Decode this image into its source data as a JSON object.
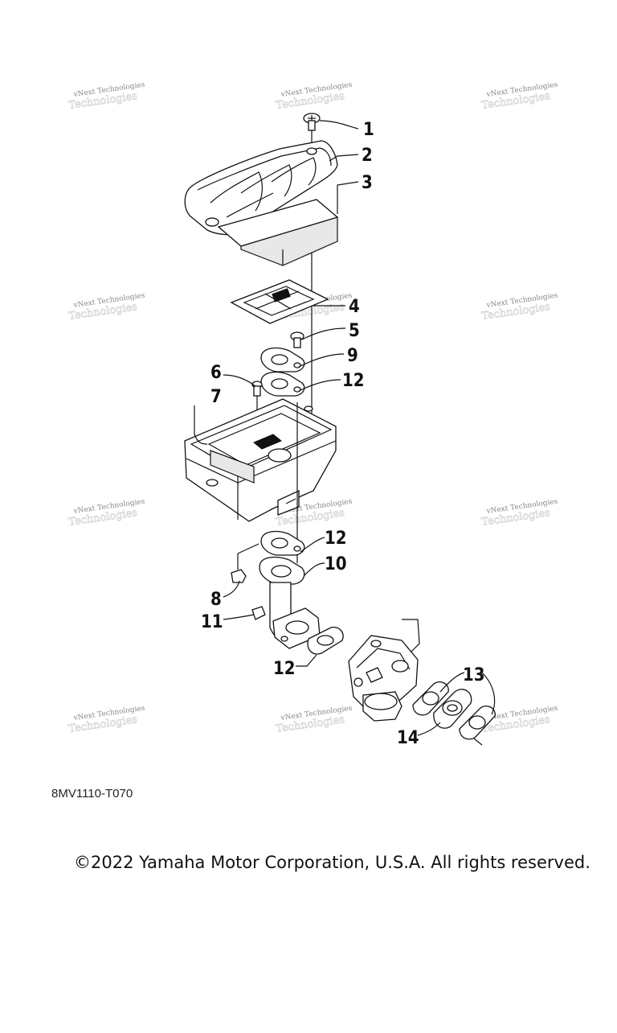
{
  "diagram": {
    "callouts": [
      {
        "id": "c1",
        "label": "1"
      },
      {
        "id": "c2",
        "label": "2"
      },
      {
        "id": "c3",
        "label": "3"
      },
      {
        "id": "c4",
        "label": "4"
      },
      {
        "id": "c5",
        "label": "5"
      },
      {
        "id": "c9",
        "label": "9"
      },
      {
        "id": "c12a",
        "label": "12"
      },
      {
        "id": "c6",
        "label": "6"
      },
      {
        "id": "c7",
        "label": "7"
      },
      {
        "id": "c12b",
        "label": "12"
      },
      {
        "id": "c10",
        "label": "10"
      },
      {
        "id": "c8",
        "label": "8"
      },
      {
        "id": "c11",
        "label": "11"
      },
      {
        "id": "c12c",
        "label": "12"
      },
      {
        "id": "c13",
        "label": "13"
      },
      {
        "id": "c14",
        "label": "14"
      }
    ],
    "watermark_text": "vNext Technologies",
    "part_code": "8MV1110-T070",
    "copyright": "©2022 Yamaha Motor Corporation, U.S.A. All rights reserved."
  }
}
